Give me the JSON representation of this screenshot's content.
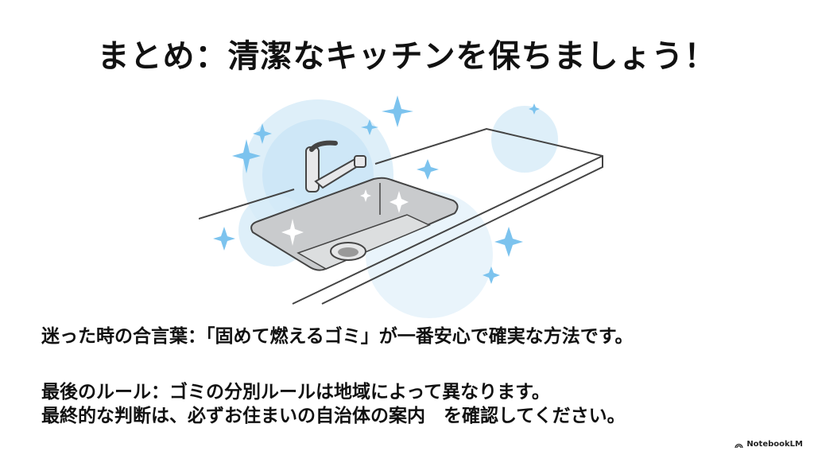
{
  "slide": {
    "title": "まとめ：清潔なキッチンを保ちましょう！",
    "illustration": {
      "name": "clean-kitchen-sink",
      "description": "Clean stainless kitchen sink with faucet on a countertop, surrounded by blue sparkles",
      "sparkle_color": "#7cc3ee",
      "glow_color": "#d6ebf8",
      "outline_color": "#4a4a4a",
      "sink_fill": "#c9cbcd"
    },
    "lines": [
      "迷った時の合言葉：「固めて燃えるゴミ」が一番安心で確実な方法です。",
      "最後のルール：ゴミの分別ルールは地域によって異なります。",
      "最終的な判断は、必ずお住まいの自治体の案内　を確認してください。"
    ]
  },
  "watermark": {
    "label": "NotebookLM",
    "icon": "notebooklm-logo-icon"
  }
}
